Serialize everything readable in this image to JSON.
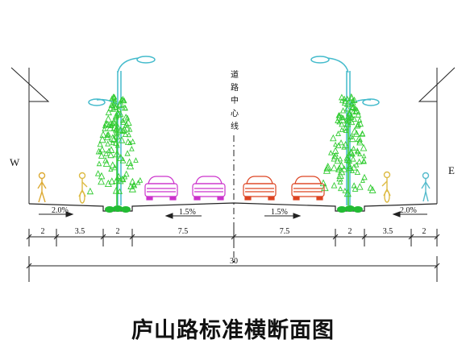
{
  "title": "庐山路标准横断面图",
  "centerline_label": "道路中心线",
  "direction_west": "W",
  "direction_east": "E",
  "slopes": {
    "left_sidewalk": "2.0%",
    "left_carriageway": "1.5%",
    "right_carriageway": "1.5%",
    "right_sidewalk": "2.0%"
  },
  "dimensions": {
    "segments": [
      "2",
      "3.5",
      "2",
      "7.5",
      "7.5",
      "2",
      "3.5",
      "2"
    ],
    "total": "30"
  },
  "colors": {
    "car_left": "#cc33cc",
    "car_right": "#dd4422",
    "tree": "#33cc33",
    "lamp": "#44bbcc",
    "pedestrian_left": "#ddaa33",
    "cyclist": "#ddbb44",
    "pedestrian_right": "#55bbcc"
  }
}
